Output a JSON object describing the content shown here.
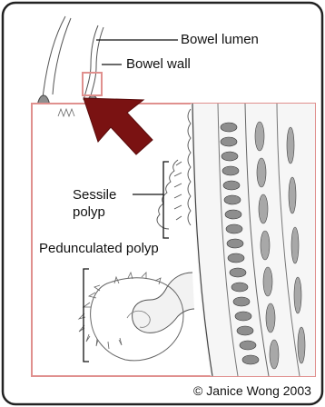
{
  "labels": {
    "bowel_lumen": "Bowel lumen",
    "bowel_wall": "Bowel wall",
    "sessile_line1": "Sessile",
    "sessile_line2": "polyp",
    "pedunculated": "Pedunculated polyp",
    "credit": "© Janice Wong 2003"
  },
  "colors": {
    "frame": "#222222",
    "inset_border": "#e0908e",
    "arrow": "#7a1212",
    "tissue_gray": "#9a9a9a",
    "dark_gray": "#5a5a5a"
  }
}
